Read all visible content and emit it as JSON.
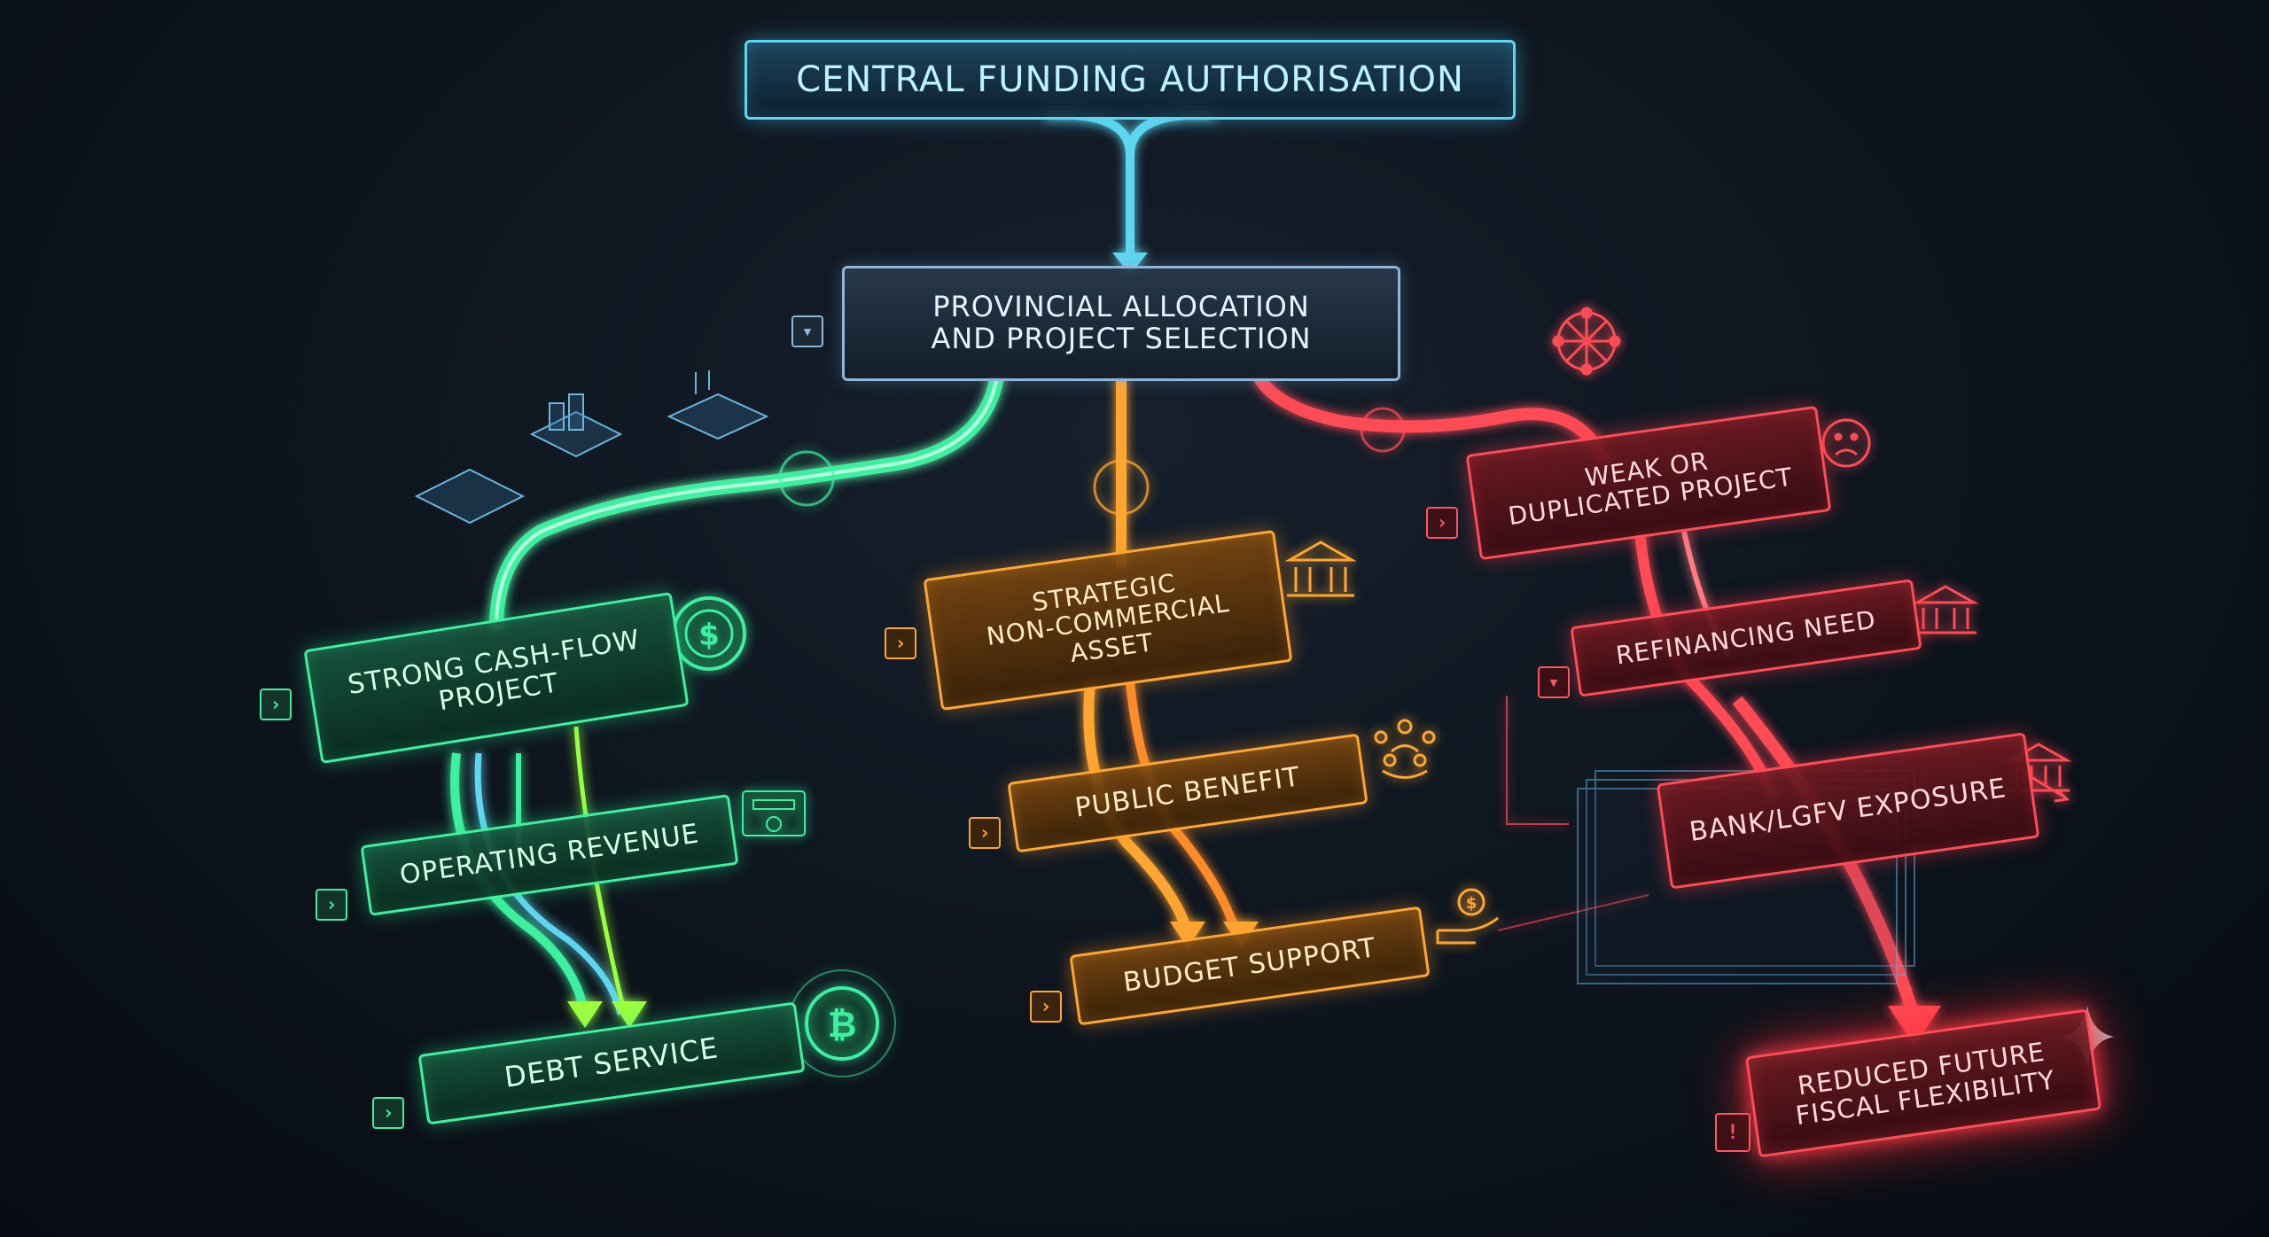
{
  "diagram": {
    "root": {
      "label": "Central Funding Authorisation"
    },
    "allocation": {
      "line1": "Provincial Allocation",
      "line2": "and Project Selection"
    },
    "branches": {
      "green": {
        "project": {
          "line1": "Strong Cash-Flow",
          "line2": "Project"
        },
        "step1": "Operating Revenue",
        "step2": "Debt Service"
      },
      "orange": {
        "project": {
          "line1": "Strategic",
          "line2": "Non-Commercial",
          "line3": "Asset"
        },
        "step1": "Public Benefit",
        "step2": "Budget Support"
      },
      "red": {
        "project": {
          "line1": "Weak or",
          "line2": "Duplicated Project"
        },
        "step1": "Refinancing Need",
        "step2": "Bank/LGFV Exposure",
        "step3": {
          "line1": "Reduced Future",
          "line2": "Fiscal Flexibility"
        }
      }
    },
    "icons": {
      "cashflow": "dollar-coin-icon",
      "strategic": "government-building-icon",
      "weak": "sad-face-icon",
      "network": "network-icon",
      "refinancing": "bank-icon",
      "exposure": "bank-down-arrow-icon",
      "revenue": "cash-register-icon",
      "debt": "bitcoin-icon",
      "public": "people-group-icon",
      "budget": "hand-coin-icon",
      "warning": "exclamation-icon"
    },
    "colors": {
      "background": "#0d141d",
      "teal": "#5fd6f0",
      "green": "#3ef0a0",
      "orange": "#ffa630",
      "red": "#ff4c56"
    }
  }
}
